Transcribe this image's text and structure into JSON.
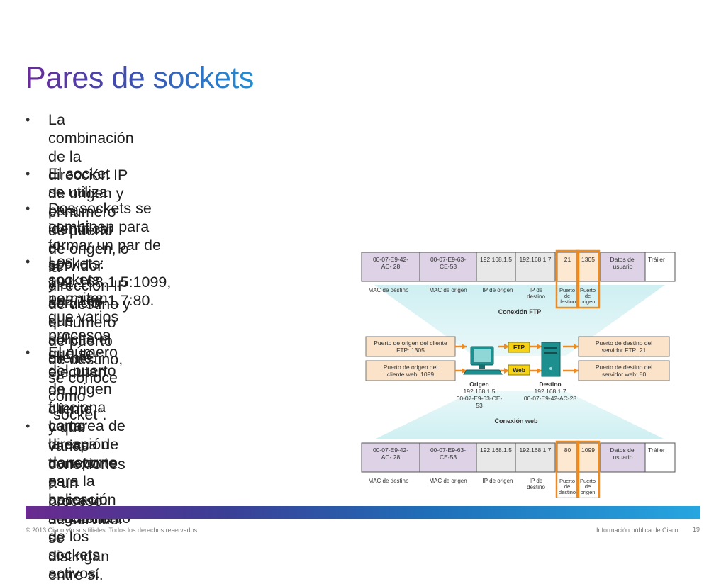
{
  "title": "Pares de sockets",
  "bullets": [
    {
      "lines": [
        "La combinación de la dirección IP de origen y el número de puerto de origen, o la",
        "dirección IP de destino y el número de puerto de destino, se conoce como “socket”."
      ]
    },
    {
      "lines": [
        "El socket se utiliza para identificar el servidor y el servicio que solicita el cliente."
      ]
    },
    {
      "lines": [
        "Dos sockets se combinan para formar un par de sockets: 192.168.1.5:1099,",
        "192.168.1.7:80."
      ]
    },
    {
      "lines": [
        "Los sockets permiten que varios",
        "procesos que se ejecutan en un cliente",
        "y que varias conexiones a un proceso",
        "de servidor se distingan entre sí."
      ]
    },
    {
      "lines": [
        "El número del puerto de origen funciona",
        "como dirección de retorno para la",
        "aplicación solicitante."
      ]
    },
    {
      "lines": [
        "La tarea de la capa de transporte es",
        "hacer un seguimiento de los sockets",
        "activos."
      ]
    }
  ],
  "diagram": {
    "top_frame": {
      "cells": [
        "00-07-E9-42-|AC- 28",
        "00-07-E9-63-|CE-53",
        "192.168.1.5",
        "192.168.1.7",
        "21",
        "1305",
        "Datos del|usuario",
        "Tráiler"
      ],
      "labels": [
        "MAC de destino",
        "MAC de origen",
        "IP de origen",
        "IP de|destino",
        "Puerto|de|destino",
        "Puerto|de|origen"
      ]
    },
    "bottom_frame": {
      "cells": [
        "00-07-E9-42-|AC- 28",
        "00-07-E9-63-|CE-53",
        "192.168.1.5",
        "192.168.1.7",
        "80",
        "1099",
        "Datos del|usuario",
        "Tráiler"
      ],
      "labels": [
        "MAC de destino",
        "MAC de origen",
        "IP de origen",
        "IP de|destino",
        "Puerto|de|destino",
        "Puerto|de|origen"
      ]
    },
    "connection_ftp": "Conexión FTP",
    "connection_web": "Conexión web",
    "left_boxes": [
      "Puerto de origen del cliente|FTP: 1305",
      "Puerto de origen del|cliente web: 1099"
    ],
    "right_boxes": [
      "Puerto de destino del|servidor FTP: 21",
      "Puerto de destino del|servidor web: 80"
    ],
    "ftp_tag": "FTP",
    "web_tag": "Web",
    "origin": {
      "title": "Origen",
      "ip": "192.168.1.5",
      "mac": "00-07-E9-63-CE-|53"
    },
    "dest": {
      "title": "Destino",
      "ip": "192.168.1.7",
      "mac": "00-07-E9-42-AC-28"
    }
  },
  "footer": {
    "copyright": "© 2013 Cisco y/o sus filiales. Todos los derechos reservados.",
    "classification": "Información pública de Cisco",
    "page": "19"
  },
  "colors": {
    "frame_purple": "#ddd2e6",
    "frame_gray": "#e8e8e8",
    "port_highlight": "#f08a1c",
    "port_fill": "#fde9d2",
    "info_box": "#fbe3c9",
    "tag_yellow": "#f5d314",
    "teal": "#1e8f8f"
  }
}
